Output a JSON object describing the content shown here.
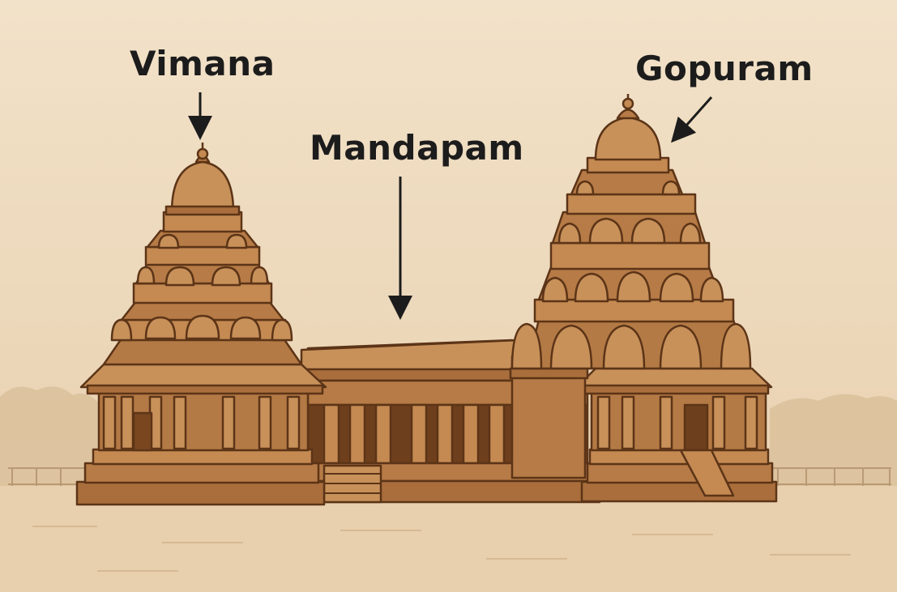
{
  "labels": {
    "vimana": "Vimana",
    "mandapam": "Mandapam",
    "gopuram": "Gopuram"
  },
  "colors": {
    "background": "#efdcc0",
    "stone_light": "#c8915a",
    "stone_mid": "#ae7440",
    "stone_dark": "#8a5529",
    "outline": "#5c3417",
    "text": "#1c1c1c"
  }
}
